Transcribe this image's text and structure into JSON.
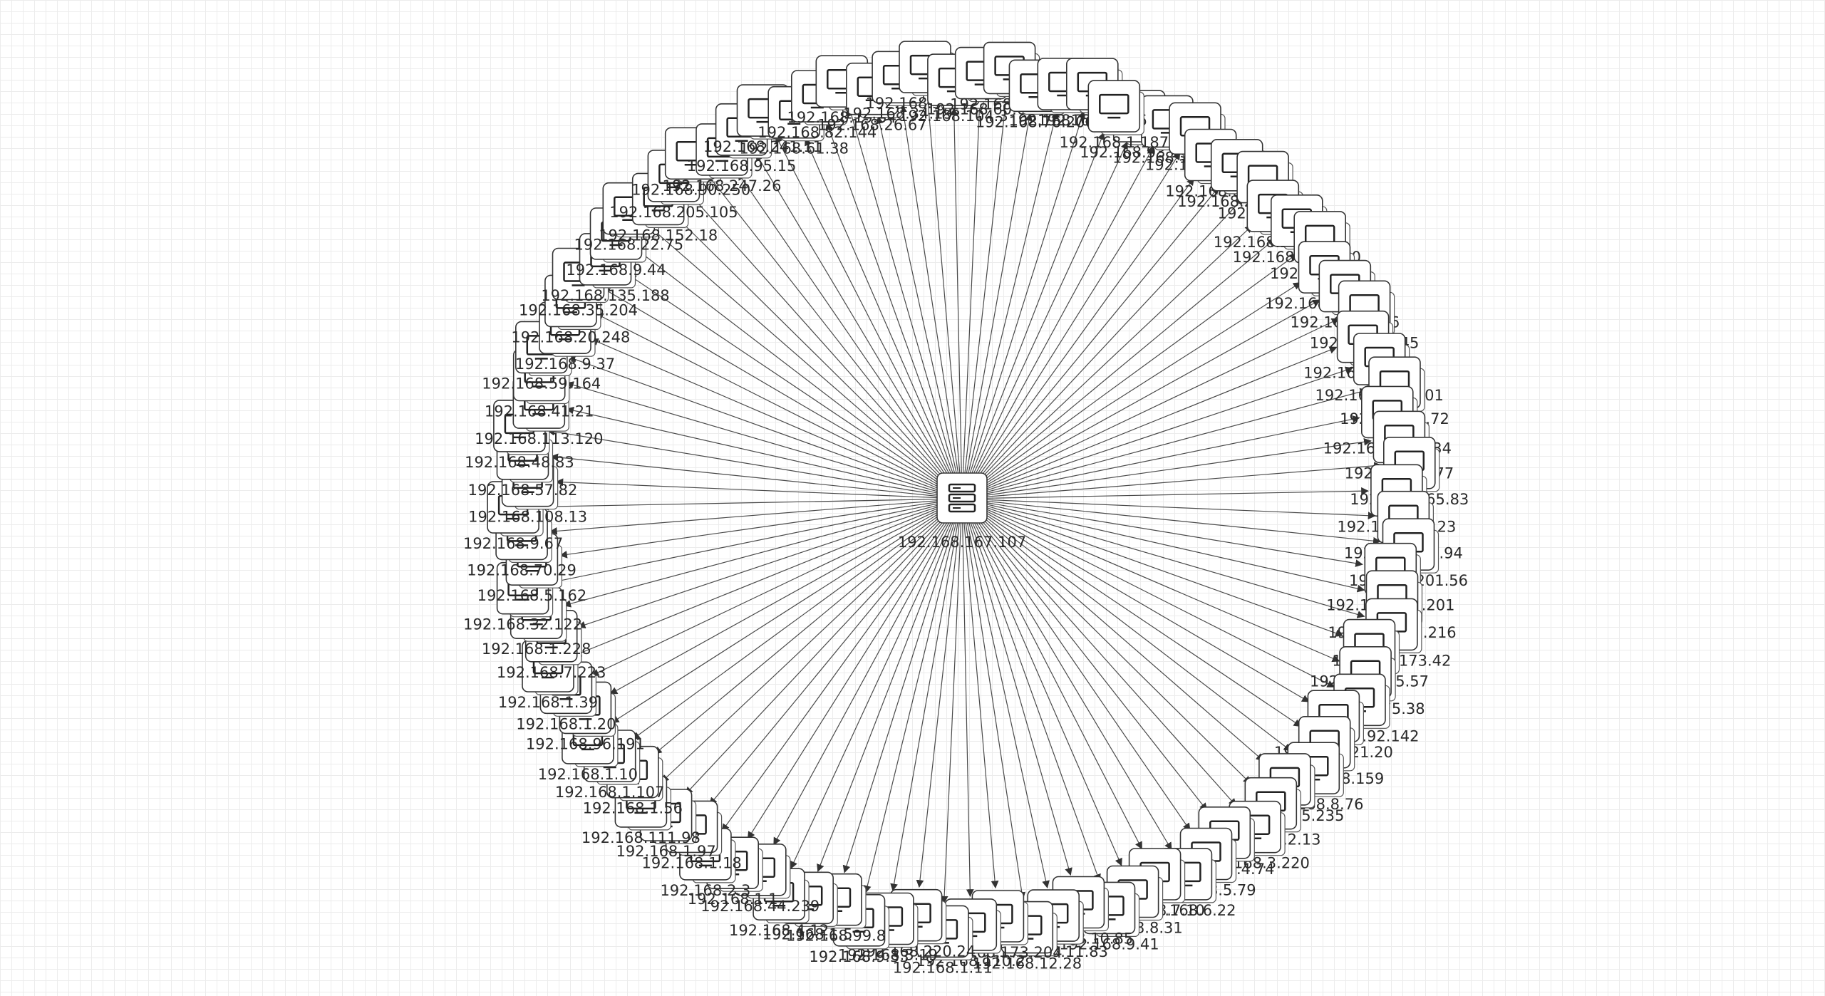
{
  "server": {
    "ip": "192.168.167.107",
    "icon": "server-icon"
  },
  "colors": {
    "edge": "#4a4a4a",
    "node_stroke": "#333333",
    "grid": "#ececec"
  },
  "clients": [
    "192.168.93.155",
    "192.168.142.1",
    "192.168.42.2",
    "192.168.6.8",
    "192.168.219.90",
    "192.168.2.2",
    "192.168.253.72",
    "192.168.181.240",
    "192.168.1.41",
    "192.168.229.40",
    "192.168.1.186",
    "192.168.1.145",
    "192.168.36.213",
    "192.168.168.101",
    "192.168.16.72",
    "192.168.139.134",
    "192.168.25.77",
    "192.168.165.83",
    "192.168.31.123",
    "192.168.117.94",
    "192.168.201.56",
    "192.168.190.201",
    "192.168.123.216",
    "192.168.173.42",
    "192.168.125.57",
    "192.168.175.38",
    "192.168.92.142",
    "192.168.121.20",
    "192.168.68.159",
    "192.168.8.76",
    "192.168.15.235",
    "192.168.2.13",
    "192.168.3.220",
    "192.168.4.74",
    "192.168.5.79",
    "192.168.6.22",
    "192.168.7.10",
    "192.168.8.31",
    "192.168.9.41",
    "192.168.10.85",
    "192.168.11.83",
    "192.168.12.28",
    "192.168.173.204",
    "192.168.110.2",
    "192.168.1.11",
    "192.168.220.24",
    "192.168.3.19",
    "192.168.9.33",
    "192.168.99.8",
    "192.168.1.5",
    "192.168.4.12",
    "192.168.44.239",
    "192.168.1.1",
    "192.168.2.3",
    "192.168.1.18",
    "192.168.1.97",
    "192.168.111.98",
    "192.168.1.56",
    "192.168.1.107",
    "192.168.1.10",
    "192.168.96.191",
    "192.168.1.20",
    "192.168.1.39",
    "192.168.7.223",
    "192.168.1.228",
    "192.168.32.122",
    "192.168.5.162",
    "192.168.70.29",
    "192.168.9.67",
    "192.168.108.13",
    "192.168.57.82",
    "192.168.48.83",
    "192.168.113.120",
    "192.168.41.21",
    "192.168.59.164",
    "192.168.9.37",
    "192.168.20.248",
    "192.168.35.204",
    "192.168.135.188",
    "192.168.9.44",
    "192.168.22.75",
    "192.168.152.18",
    "192.168.205.105",
    "192.168.90.250",
    "192.168.247.26",
    "192.168.95.15",
    "192.168.241.11",
    "192.168.61.38",
    "192.168.82.144",
    "192.168.19.54",
    "192.168.26.67",
    "192.168.34.19",
    "192.168.38.112",
    "192.168.104.3",
    "192.168.60.61",
    "192.168.118.50",
    "192.168.76.200",
    "192.168.74.22",
    "192.168.58.36",
    "192.168.1.187"
  ]
}
